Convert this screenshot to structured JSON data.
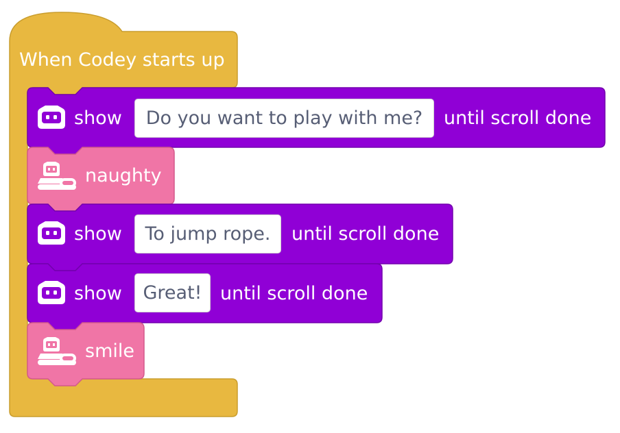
{
  "colors": {
    "event": "#e8b840",
    "event_border": "#c99d2d",
    "show": "#9000d6",
    "show_border": "#7300ad",
    "emotion": "#f075a6",
    "emotion_border": "#d45a8c",
    "text_on_block": "#ffffff",
    "field_text": "#575e75"
  },
  "hat": {
    "label": "When Codey starts up"
  },
  "blocks": [
    {
      "type": "show",
      "icon": "codey-face-icon",
      "verb": "show",
      "text": "Do you want to play with me?",
      "suffix": "until scroll done"
    },
    {
      "type": "emotion",
      "icon": "codey-rocky-icon",
      "label": "naughty"
    },
    {
      "type": "show",
      "icon": "codey-face-icon",
      "verb": "show",
      "text": "To jump rope.",
      "suffix": "until scroll done"
    },
    {
      "type": "show",
      "icon": "codey-face-icon",
      "verb": "show",
      "text": "Great!",
      "suffix": "until scroll done"
    },
    {
      "type": "emotion",
      "icon": "codey-rocky-icon",
      "label": "smile"
    }
  ]
}
